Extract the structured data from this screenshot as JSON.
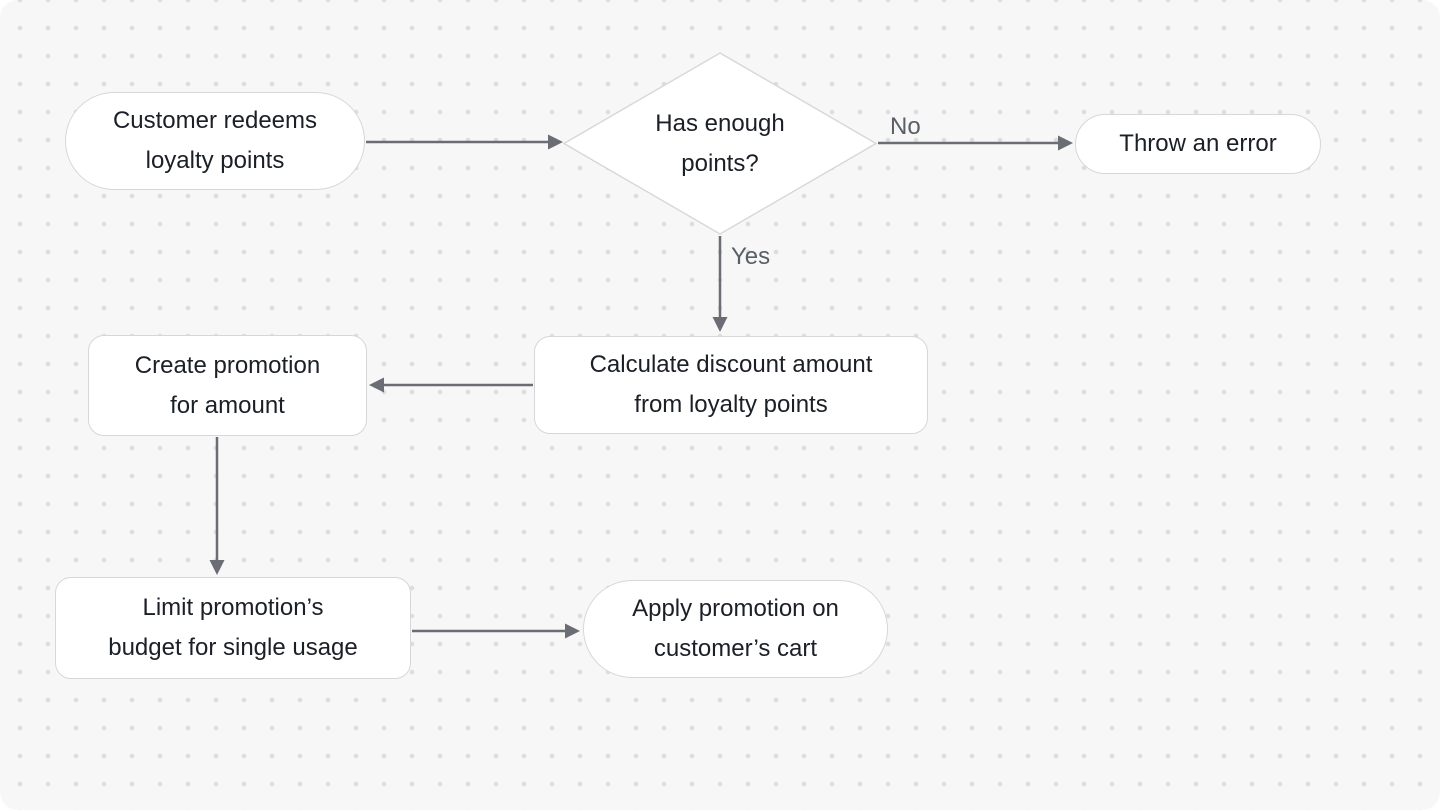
{
  "colors": {
    "canvas_bg": "#f7f7f8",
    "dot_color": "#dddde0",
    "node_bg": "#ffffff",
    "node_border": "#d7d7db",
    "node_text": "#1b1f26",
    "edge_color": "#6a6d74",
    "edge_label": "#595e67"
  },
  "diagram": {
    "type": "flowchart",
    "nodes": [
      {
        "id": "start",
        "shape": "stadium",
        "label": "Customer redeems\nloyalty points"
      },
      {
        "id": "decision",
        "shape": "diamond",
        "label": "Has enough\npoints?"
      },
      {
        "id": "error",
        "shape": "stadium",
        "label": "Throw an error"
      },
      {
        "id": "calc",
        "shape": "rectangle",
        "label": "Calculate discount amount\nfrom loyalty points"
      },
      {
        "id": "create",
        "shape": "rectangle",
        "label": "Create promotion\nfor amount"
      },
      {
        "id": "limit",
        "shape": "rectangle",
        "label": "Limit promotion’s\nbudget for single usage"
      },
      {
        "id": "apply",
        "shape": "stadium",
        "label": "Apply promotion on\ncustomer’s cart"
      }
    ],
    "edges": [
      {
        "from": "start",
        "to": "decision",
        "label": ""
      },
      {
        "from": "decision",
        "to": "error",
        "label": "No"
      },
      {
        "from": "decision",
        "to": "calc",
        "label": "Yes"
      },
      {
        "from": "calc",
        "to": "create",
        "label": ""
      },
      {
        "from": "create",
        "to": "limit",
        "label": ""
      },
      {
        "from": "limit",
        "to": "apply",
        "label": ""
      }
    ]
  }
}
